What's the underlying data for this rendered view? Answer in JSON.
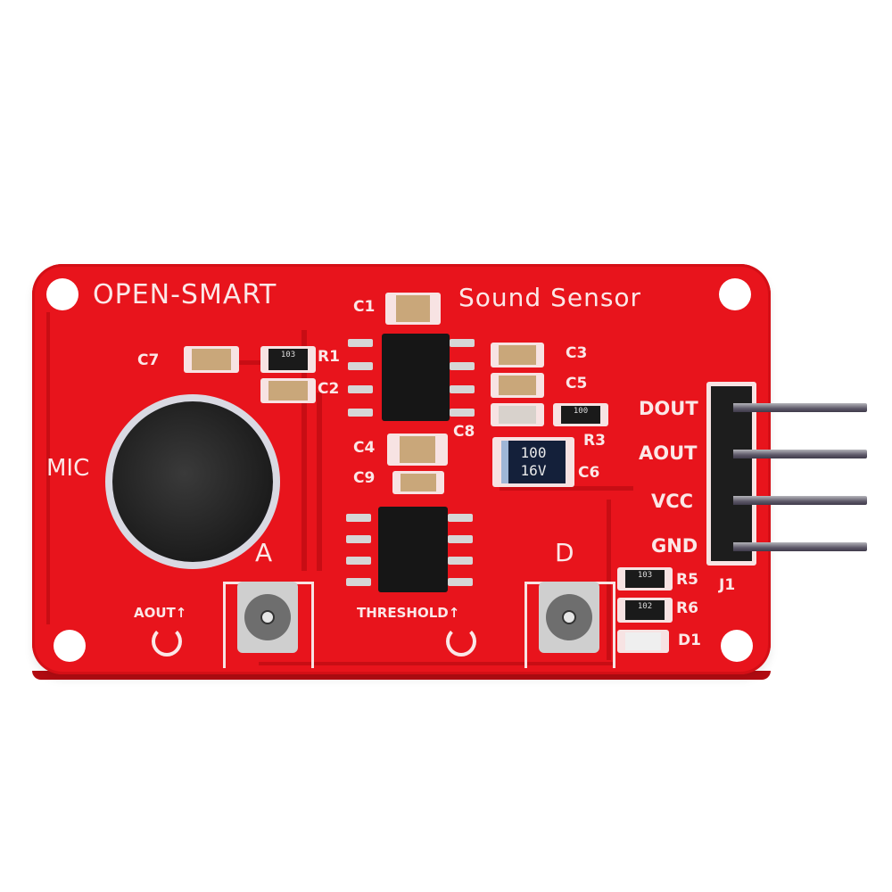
{
  "image": {
    "subject": "Sound sensor PCB module",
    "background_color": "#ffffff",
    "board_color": "#e8141c",
    "silkscreen_color": "#fbe7e7"
  },
  "board": {
    "brand": "OPEN-SMART",
    "title": "Sound Sensor",
    "mic_label": "MIC",
    "pot_a_label": "A",
    "pot_d_label": "D",
    "aout_adjust_label": "AOUT↑",
    "threshold_adjust_label": "THRESHOLD↑",
    "connector_label": "J1",
    "pins": [
      "DOUT",
      "AOUT",
      "VCC",
      "GND"
    ],
    "components": {
      "c1": "C1",
      "c2": "C2",
      "c3": "C3",
      "c4": "C4",
      "c5": "C5",
      "c6": "C6",
      "c7": "C7",
      "c8": "C8",
      "c9": "C9",
      "r1": "R1",
      "r3": "R3",
      "r5": "R5",
      "r6": "R6",
      "d1": "D1"
    },
    "markings": {
      "r1_code": "103",
      "r3_code": "100",
      "r5_code": "103",
      "r6_code": "102",
      "c6_line1": "100",
      "c6_line2": "16V"
    }
  }
}
